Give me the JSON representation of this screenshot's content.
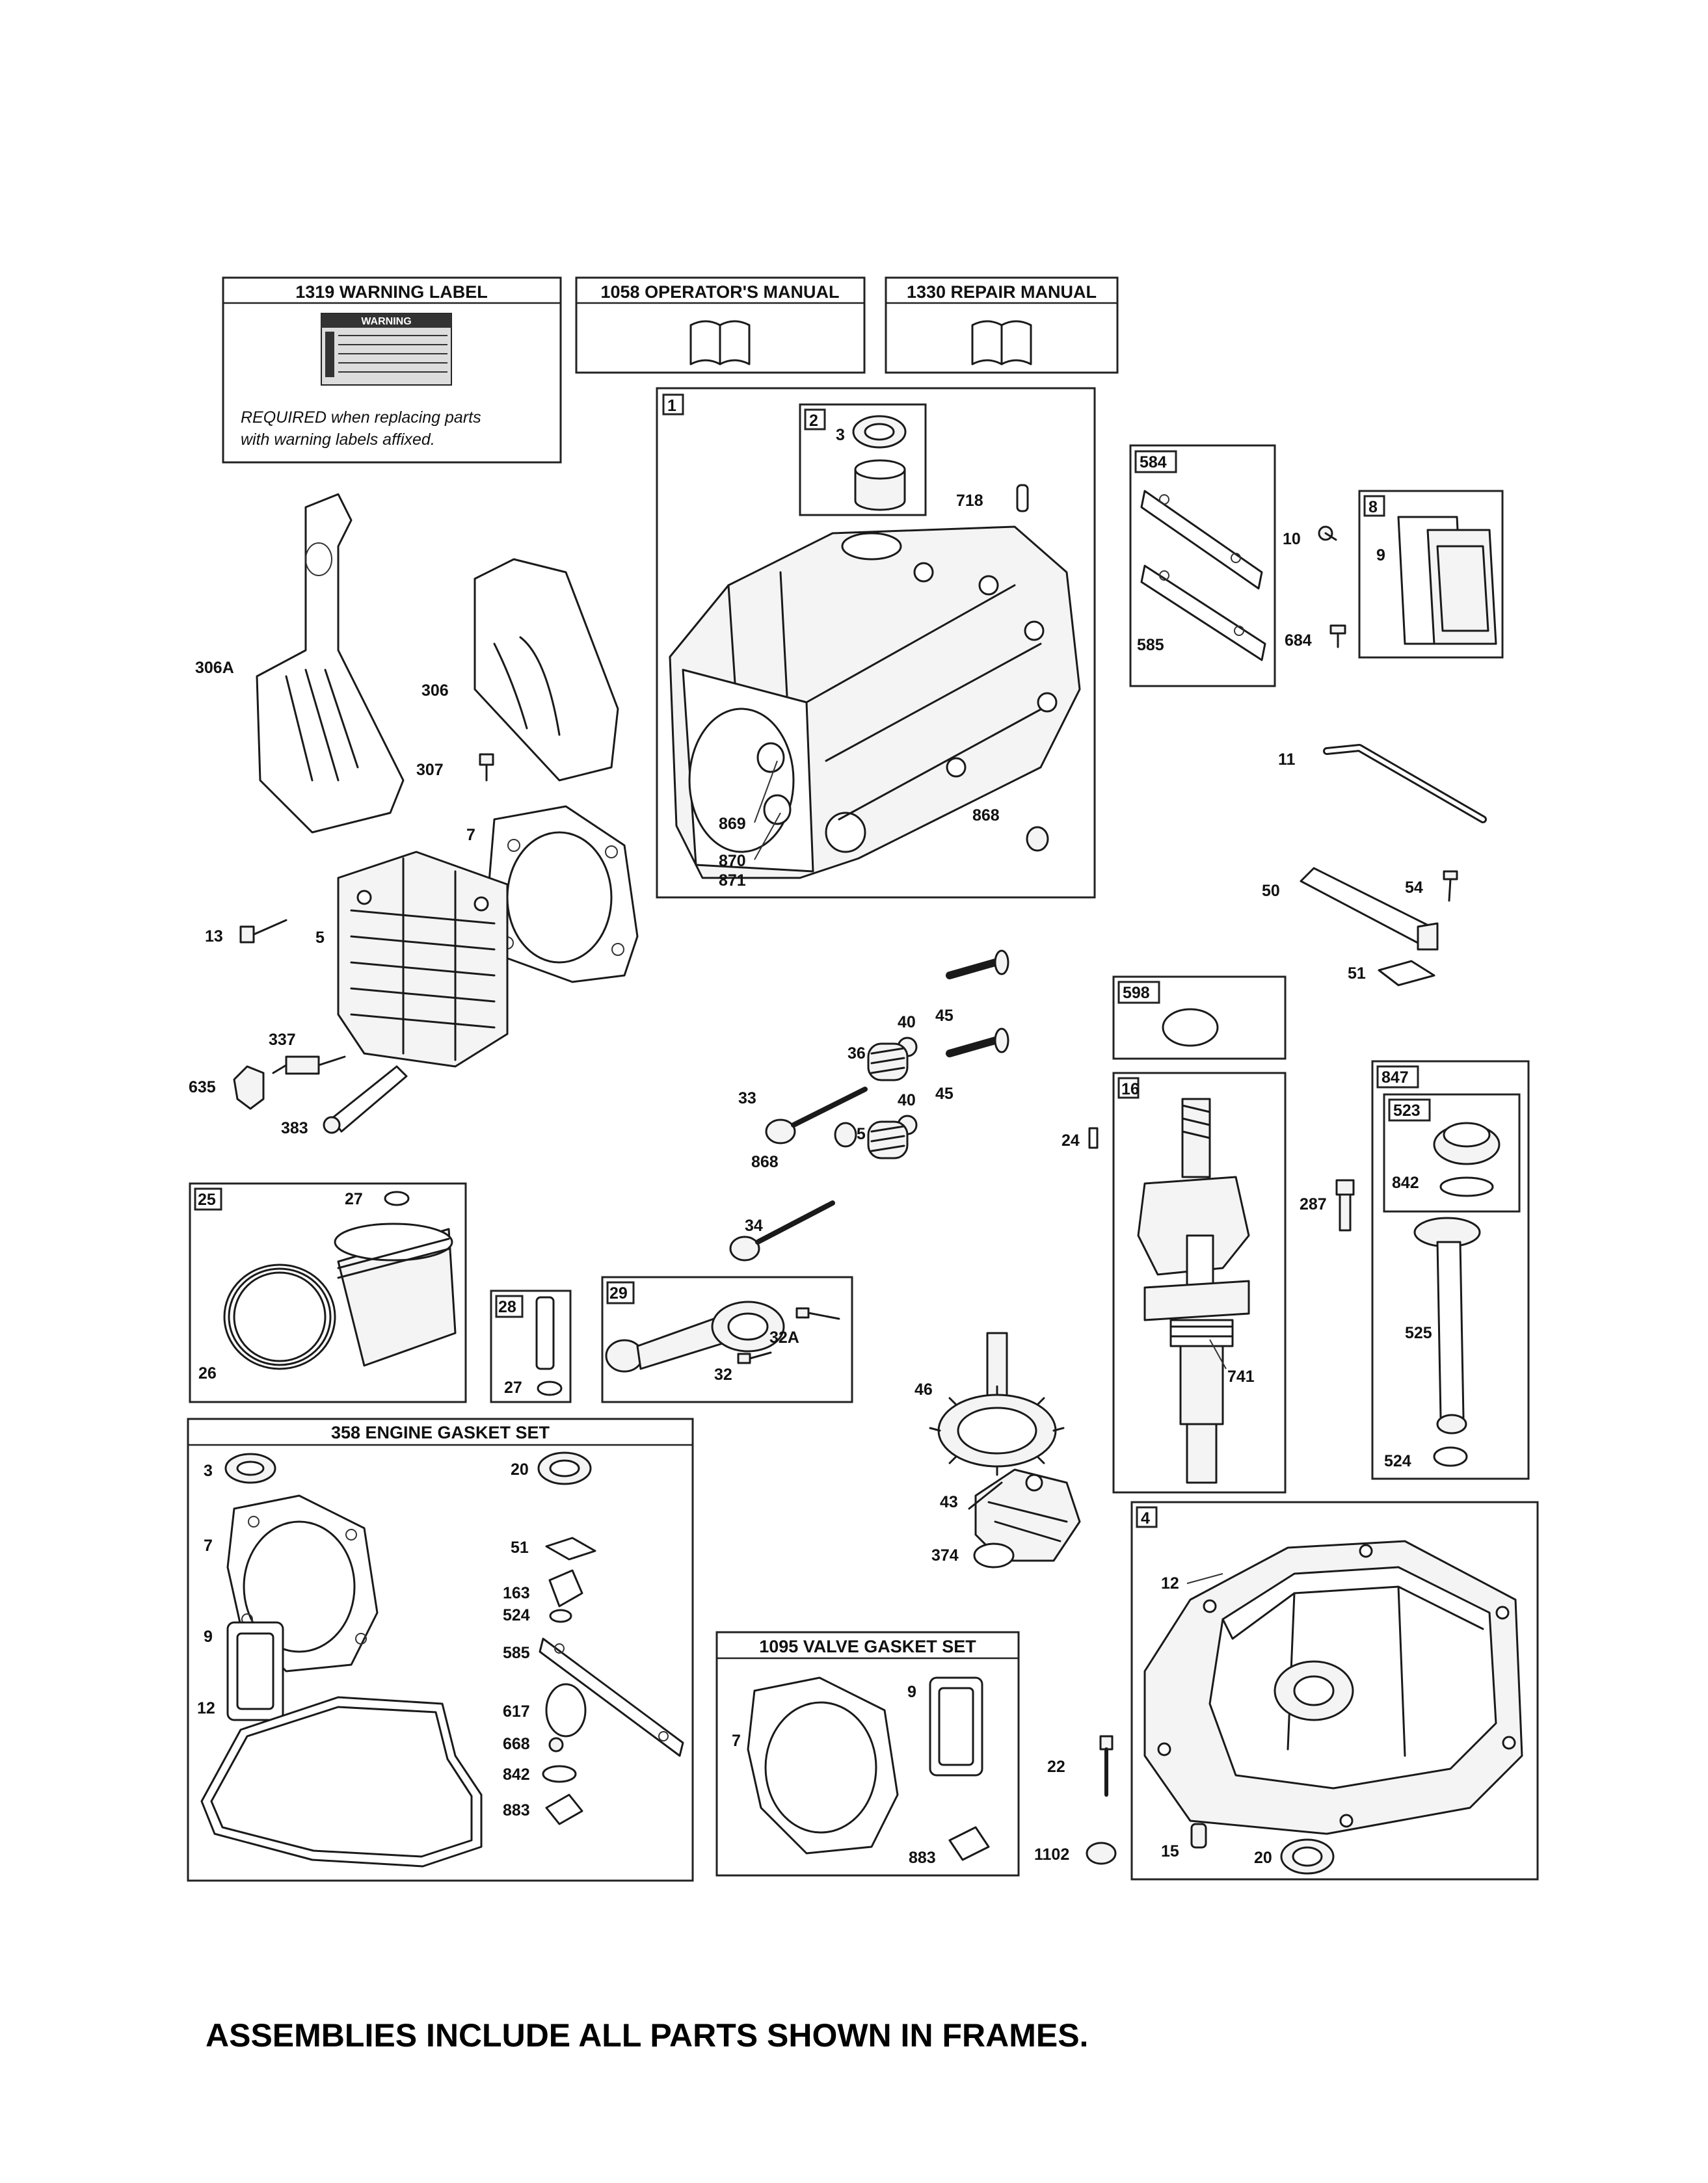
{
  "headers": {
    "warning_label": "1319 WARNING LABEL",
    "operators_manual": "1058 OPERATOR'S MANUAL",
    "repair_manual": "1330 REPAIR MANUAL",
    "engine_gasket_set": "358 ENGINE GASKET SET",
    "valve_gasket_set": "1095 VALVE GASKET SET"
  },
  "warning": {
    "badge": "WARNING",
    "required_bold": "REQUIRED",
    "required_rest": " when replacing parts",
    "required_line2": "with warning labels affixed."
  },
  "frames": {
    "f1": "1",
    "f2": "2",
    "f584": "584",
    "f8": "8",
    "f598": "598",
    "f16": "16",
    "f847": "847",
    "f523": "523",
    "f25": "25",
    "f28": "28",
    "f29": "29",
    "f4": "4"
  },
  "callouts": {
    "c3a": "3",
    "c718": "718",
    "c10": "10",
    "c9a": "9",
    "c585a": "585",
    "c684": "684",
    "c306A": "306A",
    "c306": "306",
    "c307": "307",
    "c869": "869",
    "c870": "870",
    "c871": "871",
    "c868a": "868",
    "c11": "11",
    "c7a": "7",
    "c13": "13",
    "c5": "5",
    "c50": "50",
    "c54": "54",
    "c51a": "51",
    "c337": "337",
    "c635": "635",
    "c383": "383",
    "c40a": "40",
    "c45a": "45",
    "c36": "36",
    "c33": "33",
    "c40b": "40",
    "c45b": "45",
    "c35": "35",
    "c868b": "868",
    "c34": "34",
    "c24": "24",
    "c287": "287",
    "c842a": "842",
    "c525": "525",
    "c524a": "524",
    "c741": "741",
    "c27a": "27",
    "c26": "26",
    "c27b": "27",
    "c32A": "32A",
    "c32": "32",
    "c46": "46",
    "c43": "43",
    "c374": "374",
    "g3": "3",
    "g20": "20",
    "g7": "7",
    "g51": "51",
    "g163": "163",
    "g524": "524",
    "g9": "9",
    "g585": "585",
    "g12": "12",
    "g617": "617",
    "g668": "668",
    "g842": "842",
    "g883": "883",
    "v7": "7",
    "v9": "9",
    "v883": "883",
    "c22": "22",
    "c1102": "1102",
    "c12": "12",
    "c15": "15",
    "c20": "20"
  },
  "footer": "ASSEMBLIES INCLUDE ALL PARTS SHOWN IN FRAMES."
}
